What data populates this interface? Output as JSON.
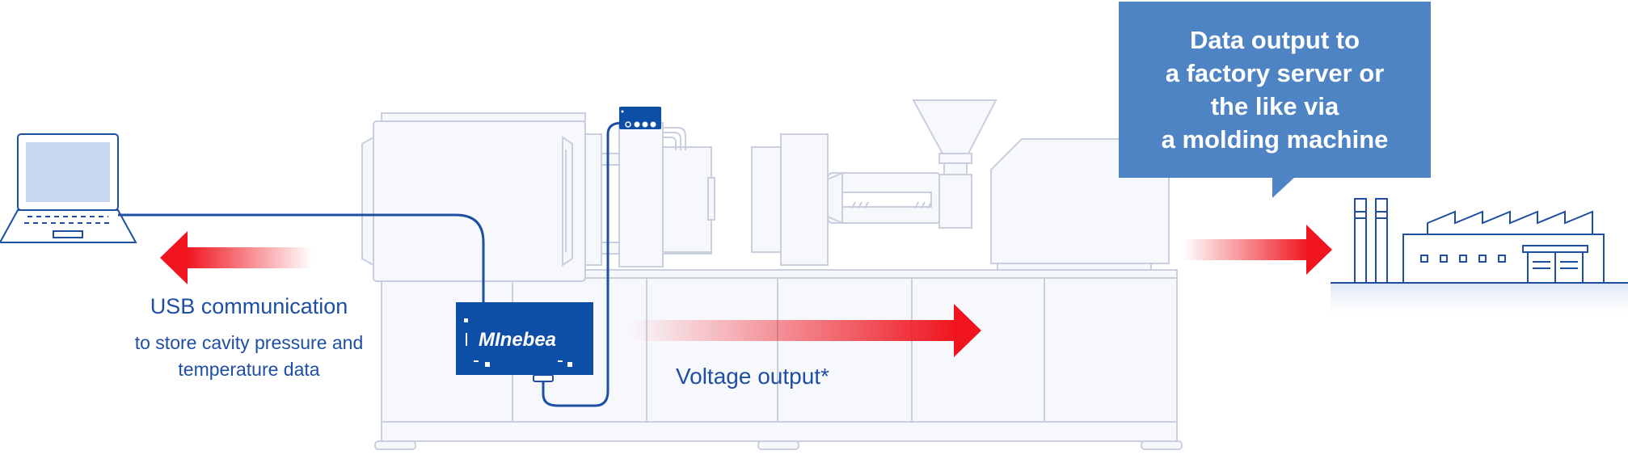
{
  "labels": {
    "usb_title": "USB communication",
    "usb_subtitle_line1": "to store cavity pressure and",
    "usb_subtitle_line2": "temperature data",
    "voltage": "Voltage output*",
    "callout_line1": "Data output to",
    "callout_line2": "a factory server or",
    "callout_line3": "the like via",
    "callout_line4": "a molding machine",
    "device_brand": "MInebea"
  },
  "icons": {
    "laptop": "laptop-icon",
    "factory": "factory-icon",
    "amplifier": "amplifier-box-icon",
    "connector": "connector-module-icon",
    "machine": "injection-molding-machine-icon",
    "arrow_left": "arrow-left-icon",
    "arrow_right": "arrow-right-icon"
  },
  "colors": {
    "machine_fill": "#f7f8fc",
    "machine_stroke": "#c9cfdf",
    "cable": "#1e4fa3",
    "device_fill": "#0d4ea6",
    "arrow": "#f0141e",
    "callout_bg": "#4f84c4",
    "text_blue": "#1e4fa3",
    "ground": "#e3eaf6"
  }
}
